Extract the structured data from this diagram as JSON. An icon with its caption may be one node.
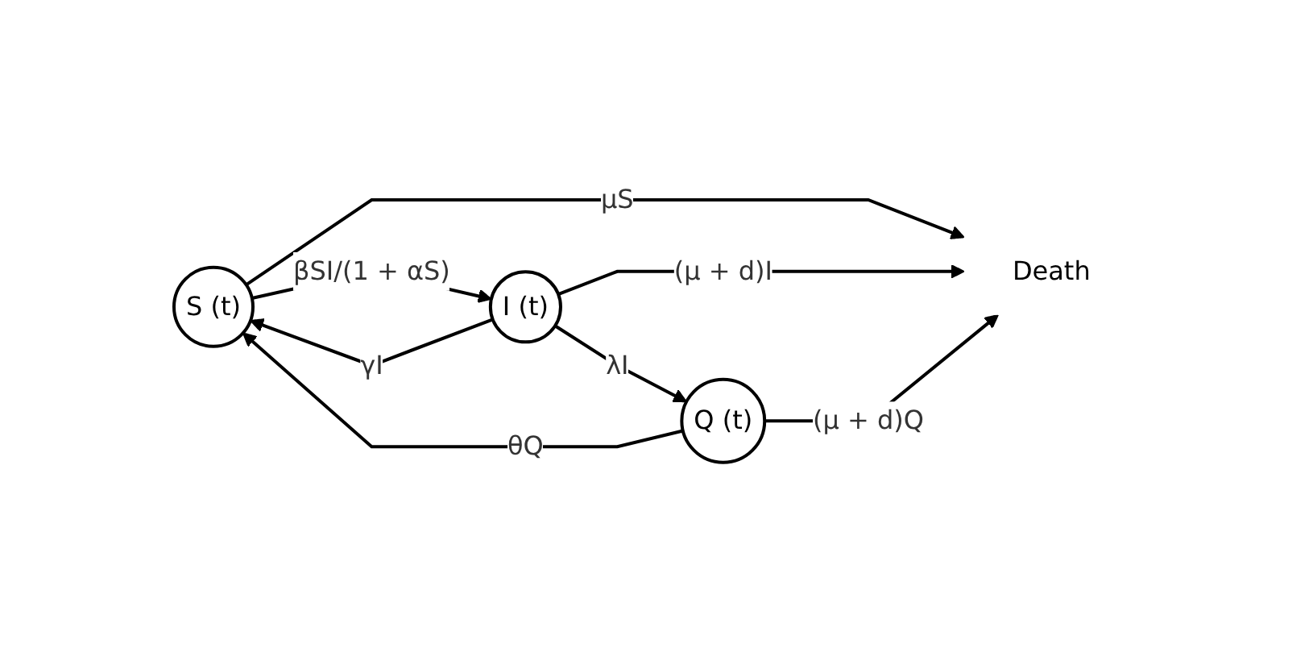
{
  "diagram": {
    "nodes": [
      {
        "text": [
          "S (t)"
        ]
      },
      {
        "text": [
          "I (t)"
        ]
      },
      {
        "text": [
          "Q (t)"
        ]
      },
      {
        "text": [
          "Death"
        ]
      }
    ],
    "edges": [
      {
        "from": 0,
        "to": 1,
        "arrow": "to",
        "label": "βSI/(1 + αS)"
      },
      {
        "from": 1,
        "to": 2,
        "arrow": "to",
        "label": "λI"
      },
      {
        "from": 1,
        "to": 0,
        "arrow": "to",
        "label": "γI"
      },
      {
        "from": 2,
        "to": 0,
        "arrow": "to",
        "label": "θQ"
      },
      {
        "from": 0,
        "to": 3,
        "arrow": "to",
        "label": "μS"
      },
      {
        "from": 1,
        "to": 3,
        "arrow": "to",
        "label": "(μ + d)I"
      },
      {
        "from": 2,
        "to": 3,
        "arrow": "to",
        "label": "(μ + d)Q"
      }
    ]
  }
}
